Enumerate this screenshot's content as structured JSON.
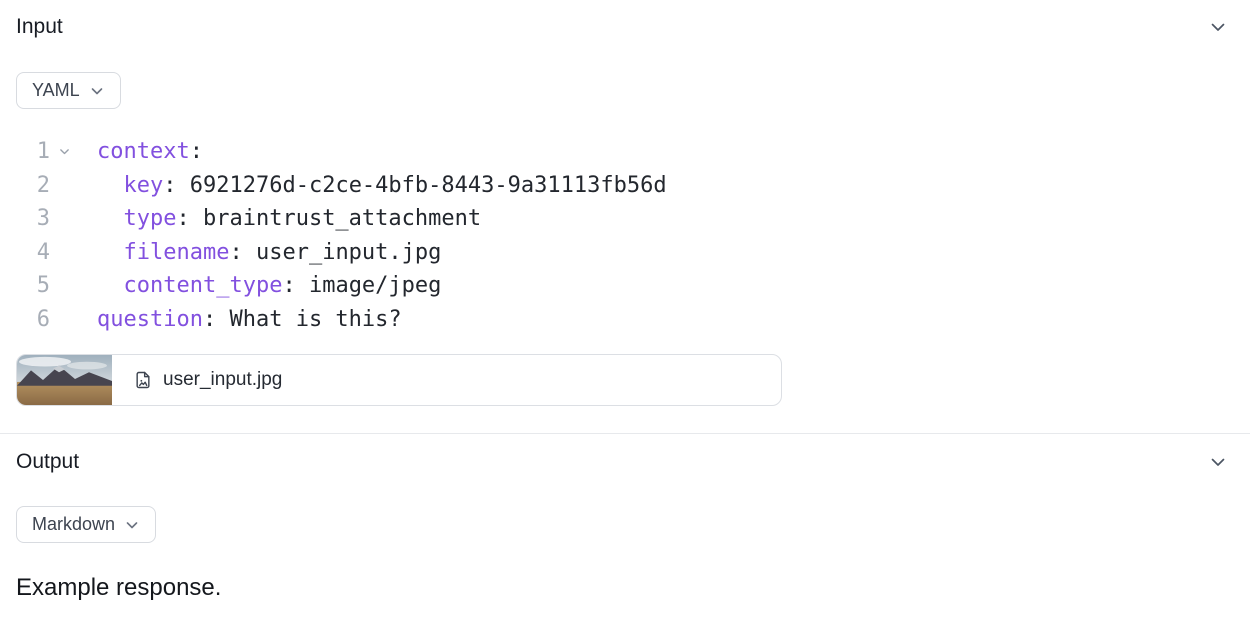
{
  "input": {
    "title": "Input",
    "format_label": "YAML",
    "code": {
      "language": "yaml",
      "lines": [
        {
          "num": "1",
          "indent": "",
          "key": "context",
          "sep": ":",
          "value": ""
        },
        {
          "num": "2",
          "indent": "  ",
          "key": "key",
          "sep": ": ",
          "value": "6921276d-c2ce-4bfb-8443-9a31113fb56d"
        },
        {
          "num": "3",
          "indent": "  ",
          "key": "type",
          "sep": ": ",
          "value": "braintrust_attachment"
        },
        {
          "num": "4",
          "indent": "  ",
          "key": "filename",
          "sep": ": ",
          "value": "user_input.jpg"
        },
        {
          "num": "5",
          "indent": "  ",
          "key": "content_type",
          "sep": ": ",
          "value": "image/jpeg"
        },
        {
          "num": "6",
          "indent": "",
          "key": "question",
          "sep": ": ",
          "value": "What is this?"
        }
      ]
    },
    "attachment": {
      "filename": "user_input.jpg"
    }
  },
  "output": {
    "title": "Output",
    "format_label": "Markdown",
    "response": "Example response."
  },
  "icons": {
    "input_collapse": "chevron-down",
    "output_collapse": "chevron-down",
    "format_dropdown": "chevron-down",
    "code_fold": "chevron-down",
    "attachment_file": "file-image"
  },
  "colors": {
    "yaml_key": "#8250df",
    "line_number": "#a7adb6",
    "code_text": "#23272e",
    "border": "#d8dbe0",
    "divider": "#e7e9ec"
  }
}
